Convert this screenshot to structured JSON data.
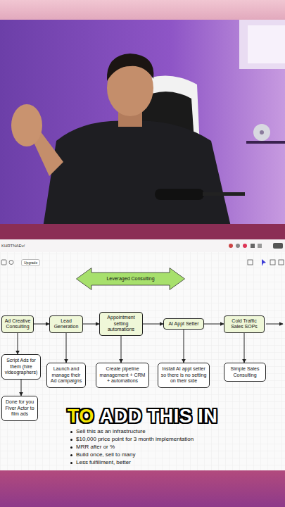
{
  "diagram": {
    "nodes": [
      {
        "text": [
          "Leveraged Consulting"
        ]
      },
      {
        "text": [
          "Ad Creative Consulting"
        ]
      },
      {
        "text": [
          "Lead Generation"
        ]
      },
      {
        "text": [
          "Appointment setting automations"
        ]
      },
      {
        "text": [
          "AI Appt Setter"
        ]
      },
      {
        "text": [
          "Cold Traffic Sales SOPs"
        ]
      },
      {
        "text": [
          "Script Ads for them (hire videographers)"
        ]
      },
      {
        "text": [
          "Done for you Fiver Actor to film ads"
        ]
      },
      {
        "text": [
          "Launch and manage their Ad campaigns"
        ]
      },
      {
        "text": [
          "Create pipeline management + CRM + automations"
        ]
      },
      {
        "text": [
          "Install AI appt setter so there is no setting on their side"
        ]
      },
      {
        "text": [
          "Simple Sales Consulting"
        ]
      }
    ],
    "edges": [
      {
        "from": 1,
        "to": 2,
        "arrow": "to"
      },
      {
        "from": 2,
        "to": 3,
        "arrow": "to"
      },
      {
        "from": 3,
        "to": 4,
        "arrow": "to"
      },
      {
        "from": 4,
        "to": 5,
        "arrow": "to"
      },
      {
        "from": 1,
        "to": 6,
        "arrow": "to"
      },
      {
        "from": 6,
        "to": 7,
        "arrow": "to"
      },
      {
        "from": 2,
        "to": 8,
        "arrow": "to"
      },
      {
        "from": 3,
        "to": 9,
        "arrow": "to"
      },
      {
        "from": 4,
        "to": 10,
        "arrow": "to"
      },
      {
        "from": 5,
        "to": 11,
        "arrow": "to"
      }
    ],
    "labels": [
      "KHRTNAEv/",
      "Upgrade",
      "TO",
      "ADD THIS IN",
      "Sell this as an infrastructure",
      "$10,000 price point for 3 month implementation",
      "MRR after or %",
      "Build once, sell to many",
      "Less fulfillment, better"
    ]
  }
}
